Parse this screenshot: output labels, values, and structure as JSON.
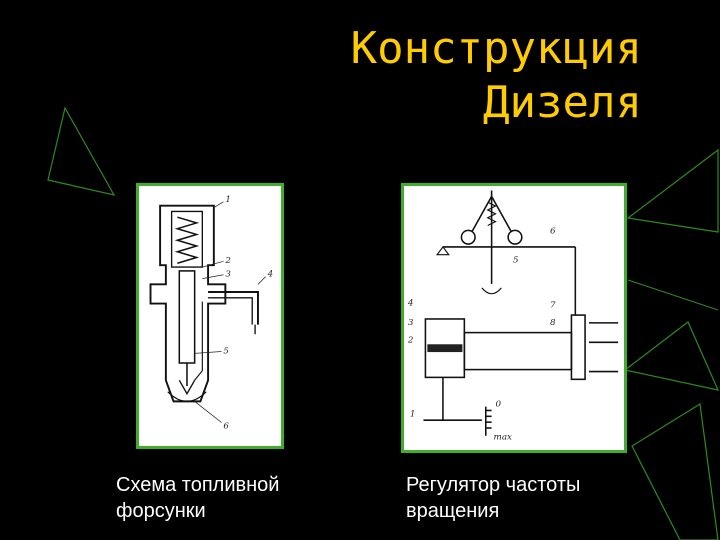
{
  "slide": {
    "title_line1": "Конструкция",
    "title_line2": "Дизеля",
    "accent_color": "#ffcc00",
    "decor_color": "#2d8a1f"
  },
  "figure_left": {
    "caption_line1": "Схема топливной",
    "caption_line2": "форсунки",
    "labels": [
      "1",
      "2",
      "3",
      "4",
      "5",
      "6"
    ]
  },
  "figure_right": {
    "caption_line1": "Регулятор частоты",
    "caption_line2": "вращения",
    "labels": [
      "1",
      "2",
      "3",
      "4",
      "5",
      "6",
      "7",
      "8",
      "0",
      "max"
    ]
  }
}
